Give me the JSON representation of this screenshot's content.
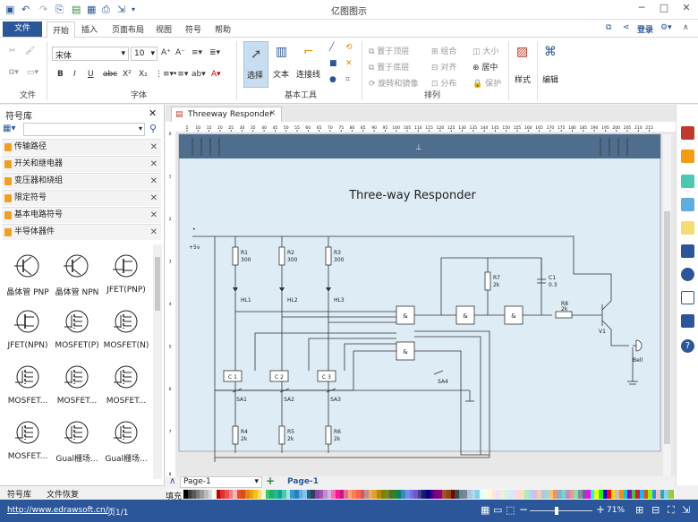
{
  "app": {
    "title": "亿图图示"
  },
  "menu": {
    "file": "文件",
    "tabs": [
      "开始",
      "插入",
      "页面布局",
      "视图",
      "符号",
      "帮助"
    ],
    "login": "登录"
  },
  "ribbon": {
    "font_name": "宋体",
    "font_size": "10",
    "groups": {
      "file": "文件",
      "font": "字体",
      "basic_tools": "基本工具",
      "arrange": "排列"
    },
    "tools": {
      "select": "选择",
      "text": "文本",
      "connector": "连接线"
    },
    "arrange_items": {
      "bring_front": "置于顶层",
      "send_back": "置于底层",
      "rotate_mirror": "旋转和镜像",
      "group": "组合",
      "align": "对齐",
      "distribute": "分布",
      "size": "大小",
      "center": "居中",
      "protect": "保护"
    },
    "style": "样式",
    "edit": "编辑"
  },
  "library": {
    "title": "符号库",
    "categories": [
      "传输路径",
      "开关和继电器",
      "变压器和绕组",
      "限定符号",
      "基本电路符号",
      "半导体器件"
    ],
    "symbols": [
      "晶体管 PNP",
      "晶体管 NPN",
      "JFET(PNP)",
      "JFET(NPN)",
      "MOSFET(P)",
      "MOSFET(N)",
      "MOSFET...",
      "MOSFET...",
      "MOSFET...",
      "MOSFET...",
      "Gual栅场...",
      "Gual栅场..."
    ]
  },
  "document": {
    "tab_name": "Threeway Responder"
  },
  "diagram": {
    "title": "Three-way Responder",
    "supply": "+5v",
    "r1": "R1",
    "r1v": "300",
    "r2": "R2",
    "r2v": "300",
    "r3": "R3",
    "r3v": "300",
    "hl1": "HL1",
    "hl2": "HL2",
    "hl3": "HL3",
    "r7": "R7",
    "r7v": "2k",
    "c1": "C1",
    "c1v": "0.3",
    "r8": "R8",
    "r8v": "2k",
    "v1": "V1",
    "bell": "Bell",
    "gate": "&",
    "cc1": "C 1",
    "cc2": "C 2",
    "cc3": "C 3",
    "sa1": "SA1",
    "sa2": "SA2",
    "sa3": "SA3",
    "sa4": "SA4",
    "r4": "R4",
    "r4v": "2k",
    "r5": "R5",
    "r5v": "2k",
    "r6": "R6",
    "r6v": "2k"
  },
  "ruler": {
    "h": [
      "5",
      "10",
      "15",
      "20",
      "25",
      "30",
      "35",
      "40",
      "45",
      "50",
      "55",
      "60",
      "65",
      "70",
      "75",
      "80",
      "85",
      "90",
      "95",
      "100",
      "105",
      "110",
      "115",
      "120",
      "125",
      "130",
      "135",
      "140",
      "145",
      "150",
      "155",
      "160",
      "165",
      "170",
      "175",
      "180",
      "185",
      "190",
      "195",
      "200",
      "205",
      "210",
      "215"
    ],
    "v": [
      "0",
      "1",
      "2",
      "3",
      "4",
      "5",
      "6",
      "7",
      "8"
    ]
  },
  "pages": {
    "current": "Page-1",
    "tab": "Page-1"
  },
  "fill_label": "填充",
  "bottom_tabs": [
    "符号库",
    "文件恢复"
  ],
  "status": {
    "url": "http://www.edrawsoft.cn/",
    "page": "页1/1",
    "zoom": "71%"
  },
  "palette": [
    "#000000",
    "#3a3a3a",
    "#5a5a5a",
    "#7a7a7a",
    "#9a9a9a",
    "#bababa",
    "#dadada",
    "#ffffff",
    "#c00000",
    "#e03030",
    "#f05050",
    "#f08080",
    "#f5b7b1",
    "#e74c3c",
    "#d35400",
    "#e67e22",
    "#f39c12",
    "#f1c40f",
    "#f7dc6f",
    "#fcf3cf",
    "#2ecc71",
    "#27ae60",
    "#1abc9c",
    "#16a085",
    "#48c9b0",
    "#a3e4d7",
    "#3498db",
    "#2980b9",
    "#5dade2",
    "#85c1e9",
    "#1f618d",
    "#2e4053",
    "#8e44ad",
    "#9b59b6",
    "#bb8fce",
    "#d2b4de",
    "#ff69b4",
    "#ff1493",
    "#c71585",
    "#db7093",
    "#ffa07a",
    "#ff7f50",
    "#ff6347",
    "#cd5c5c",
    "#bc8f8f",
    "#f4a460",
    "#daa520",
    "#b8860b",
    "#808000",
    "#6b8e23",
    "#556b2f",
    "#228b22",
    "#008080",
    "#4682b4",
    "#6495ed",
    "#7b68ee",
    "#6a5acd",
    "#483d8b",
    "#191970",
    "#000080",
    "#4b0082",
    "#800080",
    "#8b008b",
    "#a0522d",
    "#8b4513",
    "#800000",
    "#2f4f4f",
    "#708090",
    "#778899",
    "#b0c4de",
    "#add8e6",
    "#87ceeb",
    "#e0ffff",
    "#f0fff0",
    "#fffacd",
    "#ffe4e1",
    "#e6e6fa",
    "#fdebd0",
    "#d5f5e3",
    "#d6eaf8",
    "#ebdef0",
    "#fadbd8",
    "#f9e79f",
    "#abebc6",
    "#aed6f1",
    "#d7bde2",
    "#f5cba7",
    "#a9cce3",
    "#a2d9ce",
    "#f8c471",
    "#e59866",
    "#7fb3d5",
    "#76d7c4",
    "#bb8fce",
    "#f1948a",
    "#82e0aa",
    "#85929e",
    "#5d6d7e",
    "#ff00ff",
    "#00ffff",
    "#ffff00",
    "#00ff00",
    "#0000ff",
    "#ff0000",
    "#ffd700",
    "#c0c0c0",
    "#ff8c00",
    "#00ced1",
    "#9400d3",
    "#32cd32",
    "#dc143c",
    "#00bfff",
    "#ff4500",
    "#7fff00",
    "#1e90ff",
    "#ffb6c1",
    "#20b2aa",
    "#87cefa",
    "#9acd32",
    "#f08080"
  ]
}
